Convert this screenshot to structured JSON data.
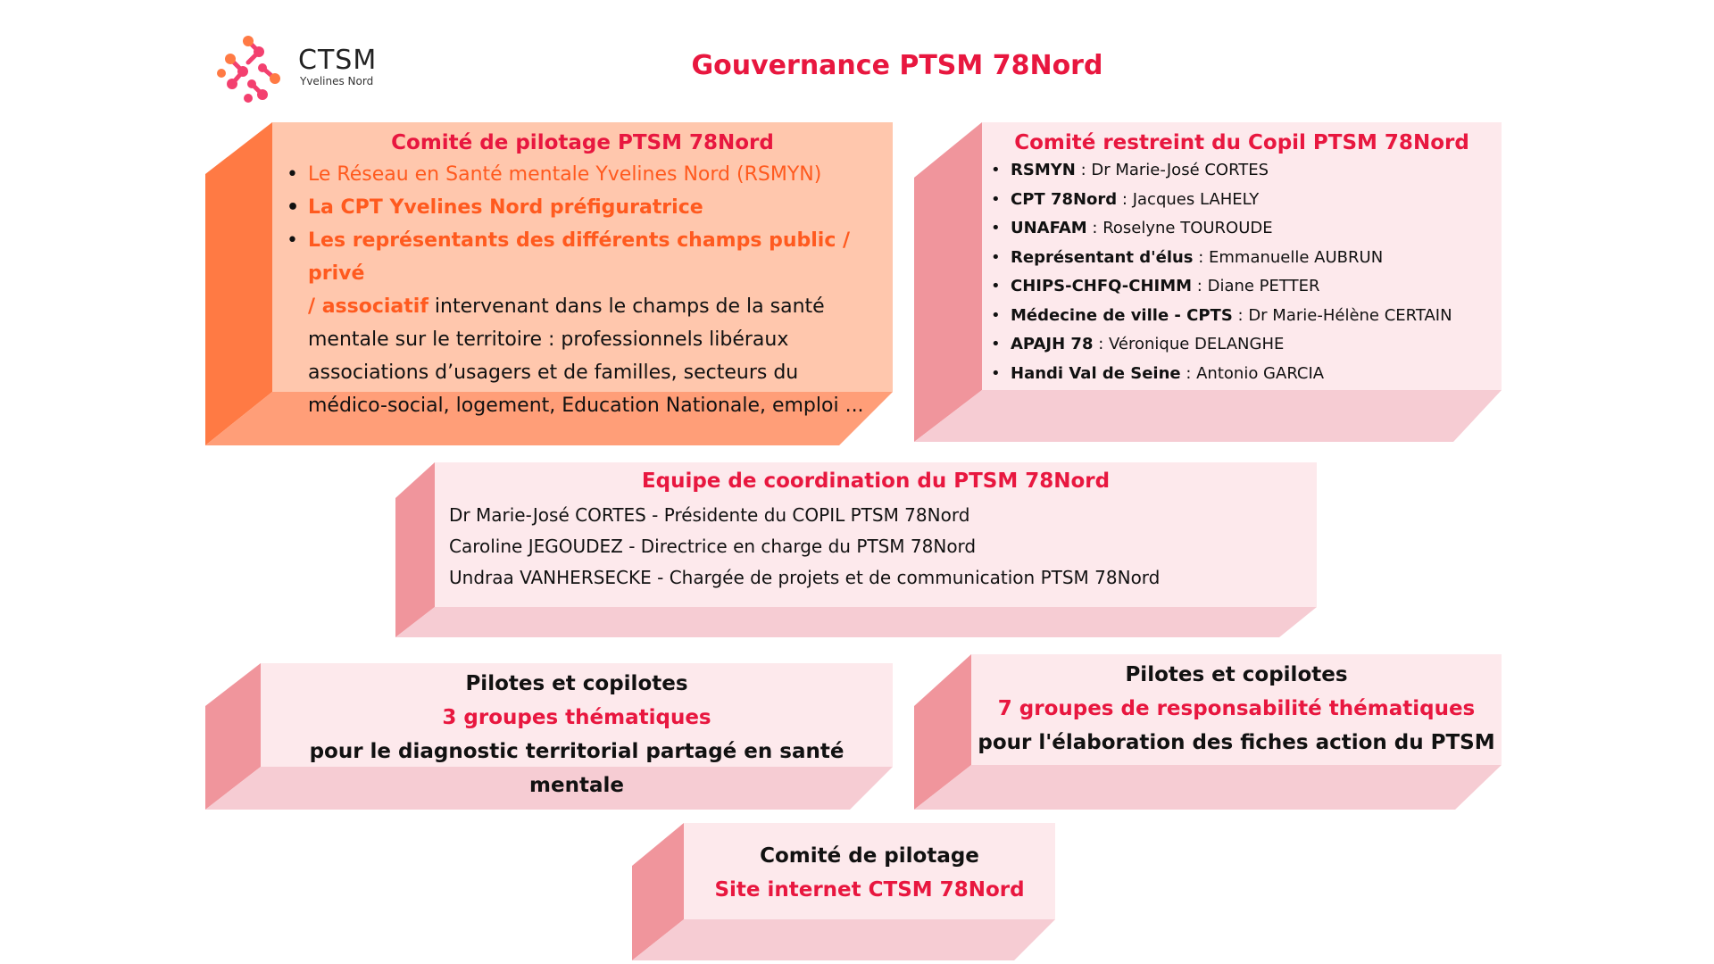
{
  "colors": {
    "red_title": "#e8173f",
    "orange_text": "#ff5a1f",
    "orange_face": "#ffc7ad",
    "orange_side": "#ff7a44",
    "orange_bottom": "#ff9e78",
    "pink_face": "#fde9ec",
    "pink_side": "#f0959c",
    "pink_bottom": "#f6ccd3"
  },
  "logo": {
    "name": "CTSM",
    "subtitle": "Yvelines Nord"
  },
  "page_title": "Gouvernance PTSM 78Nord",
  "comite_pilotage": {
    "title": "Comité de pilotage PTSM 78Nord",
    "item1": "Le Réseau en Santé mentale Yvelines Nord (RSMYN)",
    "item2": "La CPT Yvelines Nord préfiguratrice",
    "item3_highlight_line1": "Les représentants des différents champs public / privé",
    "item3_highlight_line2": "/ associatif",
    "item3_rest_line2": " intervenant dans le champs de la santé",
    "item3_line3": "mentale sur le territoire : professionnels libéraux",
    "item3_line4": "associations d’usagers et de familles, secteurs du",
    "item3_line5": "médico-social, logement, Education Nationale, emploi ..."
  },
  "comite_restreint": {
    "title": "Comité restreint du Copil PTSM 78Nord",
    "members": [
      {
        "org": "RSMYN",
        "person": " : Dr Marie-José CORTES"
      },
      {
        "org": "CPT 78Nord",
        "person": " : Jacques LAHELY"
      },
      {
        "org": "UNAFAM",
        "person": " : Roselyne TOUROUDE"
      },
      {
        "org": "Représentant d'élus",
        "person": " : Emmanuelle AUBRUN"
      },
      {
        "org": "CHIPS-CHFQ-CHIMM",
        "person": " : Diane PETTER"
      },
      {
        "org": "Médecine de ville - CPTS",
        "person": " : Dr Marie-Hélène CERTAIN"
      },
      {
        "org": "APAJH 78",
        "person": " : Véronique DELANGHE"
      },
      {
        "org": "Handi Val de Seine",
        "person": " : Antonio GARCIA"
      }
    ]
  },
  "equipe": {
    "title": "Equipe de coordination du PTSM 78Nord",
    "lines": [
      "Dr Marie-José CORTES - Présidente du COPIL PTSM 78Nord",
      "Caroline JEGOUDEZ - Directrice en charge du PTSM 78Nord",
      "Undraa VANHERSECKE - Chargée de projets et de communication PTSM 78Nord"
    ]
  },
  "pilotes_diag": {
    "heading": "Pilotes et copilotes",
    "highlight": "3 groupes thématiques",
    "sub": "pour le diagnostic territorial partagé en santé mentale"
  },
  "pilotes_fiches": {
    "heading": "Pilotes et copilotes",
    "highlight": "7 groupes de responsabilité thématiques",
    "sub": "pour l'élaboration des fiches action du PTSM"
  },
  "comite_site": {
    "heading": "Comité de pilotage",
    "highlight": "Site internet CTSM 78Nord"
  }
}
